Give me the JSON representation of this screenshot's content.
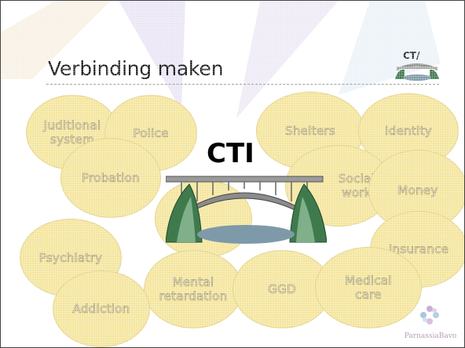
{
  "slide": {
    "title": "Verbinding maken",
    "center_label": "CTI",
    "logo_text": "ParnassiaBavo"
  },
  "circles": [
    {
      "label": "Juditional\nsystem"
    },
    {
      "label": "Police"
    },
    {
      "label": "Shelters"
    },
    {
      "label": "Identity"
    },
    {
      "label": "Probation"
    },
    {
      "label": "Social\nwork"
    },
    {
      "label": "Money"
    },
    {
      "label": "Insurance"
    },
    {
      "label": "Psychiatry"
    },
    {
      "label": "Mental\nretardation"
    },
    {
      "label": "GGD"
    },
    {
      "label": "Medical\ncare"
    },
    {
      "label": "Addiction"
    }
  ],
  "colors": {
    "circle_fill": "#f4e59c",
    "bridge_gray": "#8c8c8c",
    "hill_green": "#3f7a4d"
  }
}
